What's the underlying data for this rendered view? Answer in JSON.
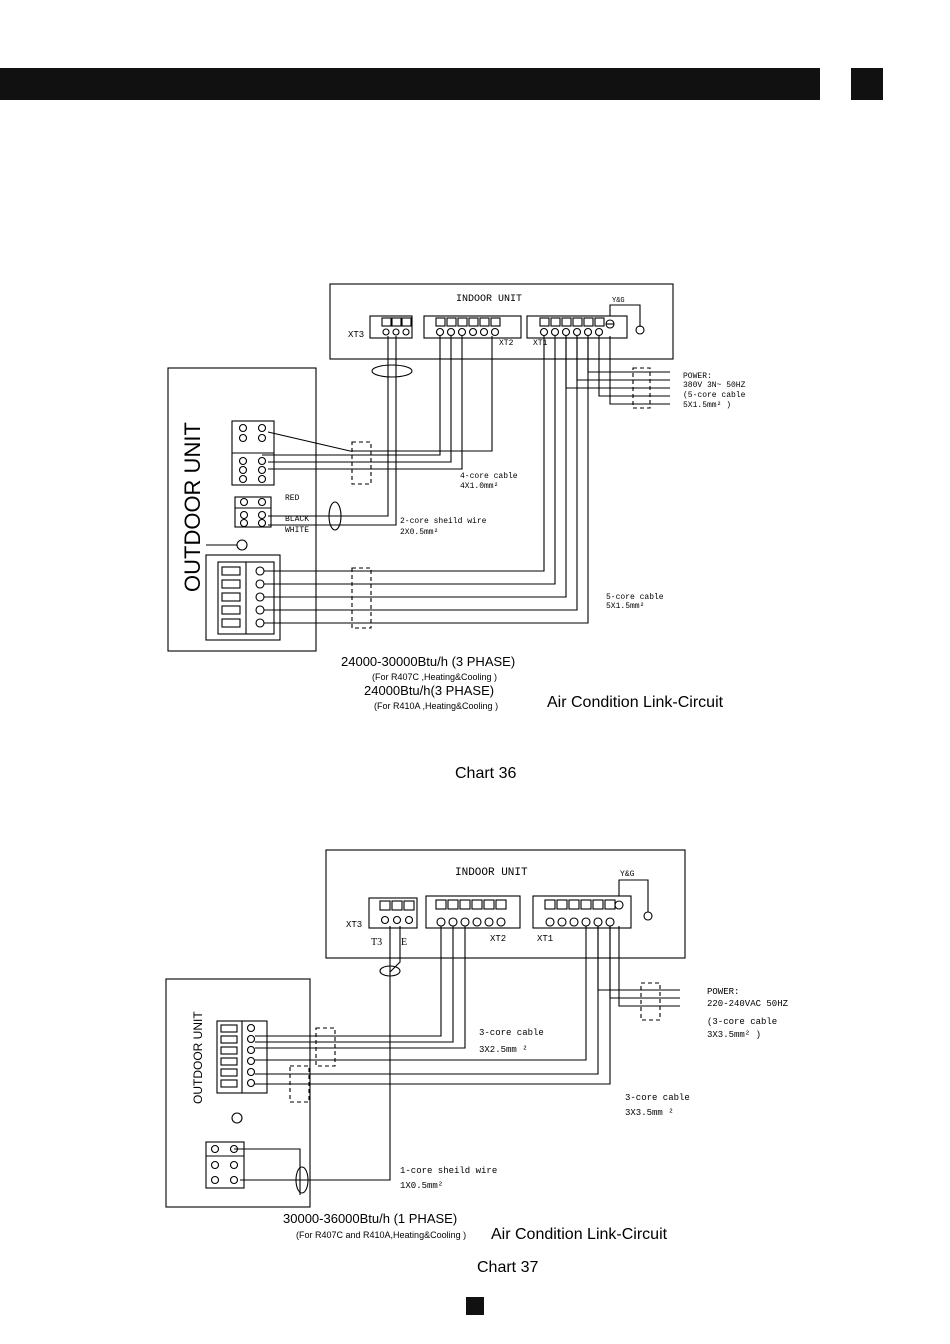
{
  "diagram1": {
    "indoor_title": "INDOOR UNIT",
    "outdoor_title": "OUTDOOR UNIT",
    "xt3": "XT3",
    "xt2": "XT2",
    "xt1": "XT1",
    "yg": "Y&G",
    "power_l1": "POWER:",
    "power_l2": "380V 3N~ 50HZ",
    "power_l3": "(5-core cable",
    "power_l4": "5X1.5mm² )",
    "cable4_l1": "4-core cable",
    "cable4_l2": "4X1.0mm²",
    "shield_l1": "2-core sheild wire",
    "shield_l2": "2X0.5mm²",
    "cable5_l1": "5-core cable",
    "cable5_l2": "5X1.5mm²",
    "red": "RED",
    "black": "BLACK",
    "white": "WHITE",
    "model": "24000-30000Btu/h (3 PHASE)",
    "refrigerant1": "(For R407C ,Heating&Cooling )",
    "model2": "24000Btu/h(3 PHASE)",
    "refrigerant2": "(For R410A ,Heating&Cooling )",
    "caption": "Air Condition Link-Circuit",
    "chart_label": "Chart 36"
  },
  "diagram2": {
    "indoor_title": "INDOOR UNIT",
    "outdoor_title": "OUTDOOR UNIT",
    "xt3": "XT3",
    "xt2": "XT2",
    "xt1": "XT1",
    "yg": "Y&G",
    "t3": "T3",
    "e": "E",
    "power_l1": "POWER:",
    "power_l2": "220-240VAC 50HZ",
    "power_l3": "(3-core cable",
    "power_l4": "3X3.5mm² )",
    "cable3a_l1": "3-core cable",
    "cable3a_l2": "3X2.5mm ²",
    "cable3b_l1": "3-core cable",
    "cable3b_l2": "3X3.5mm ²",
    "shield_l1": "1-core sheild wire",
    "shield_l2": "1X0.5mm²",
    "model": "30000-36000Btu/h (1 PHASE)",
    "refrigerant": "(For R407C and R410A,Heating&Cooling )",
    "caption": "Air Condition Link-Circuit",
    "chart_label": "Chart 37"
  }
}
